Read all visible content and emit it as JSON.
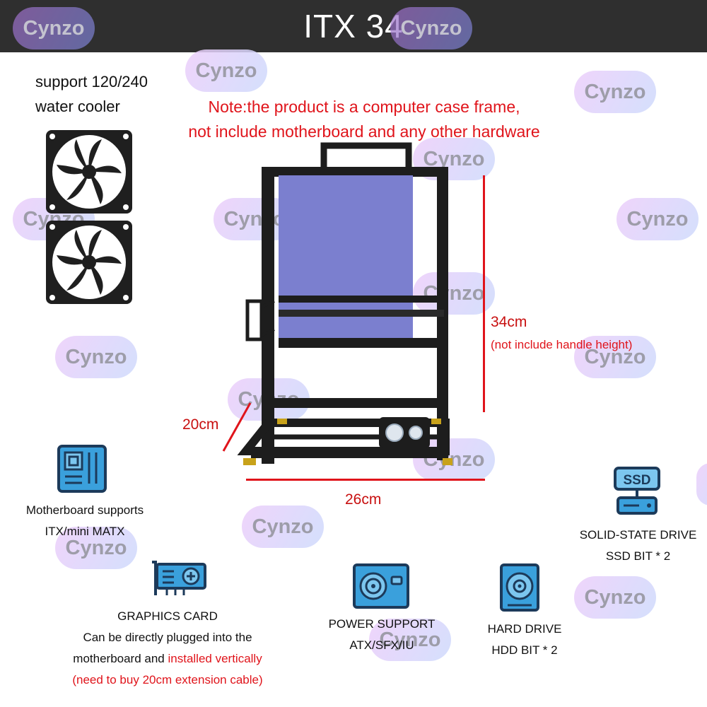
{
  "header": {
    "title": "ITX 34"
  },
  "watermark": "Cynzo",
  "cooler": {
    "line1": "support 120/240",
    "line2": "water cooler"
  },
  "note": {
    "line1": "Note:the product is a computer case frame,",
    "line2": "not include motherboard and any other hardware"
  },
  "dimensions": {
    "height": "34cm",
    "height_note": "(not include handle height)",
    "depth": "20cm",
    "width": "26cm"
  },
  "features": {
    "motherboard": {
      "line1": "Motherboard supports",
      "line2": "ITX/mini MATX"
    },
    "graphics": {
      "title": "GRAPHICS CARD",
      "line1": "Can be directly plugged into the",
      "line2_prefix": "motherboard and ",
      "line2_red": "installed vertically",
      "line3": "(need to buy 20cm extension cable)"
    },
    "power": {
      "line1": "POWER SUPPORT",
      "line2": "ATX/SFX/IU"
    },
    "hdd": {
      "line1": "HARD DRIVE",
      "line2": "HDD  BIT * 2"
    },
    "ssd": {
      "line1": "SOLID-STATE DRIVE",
      "line2": "SSD BIT * 2",
      "icon_text": "SSD"
    }
  },
  "colors": {
    "header_bg": "#2f2f2f",
    "note_red": "#e0141b",
    "icon_blue": "#3aa0dc",
    "panel_purple": "#7b7fcf"
  }
}
